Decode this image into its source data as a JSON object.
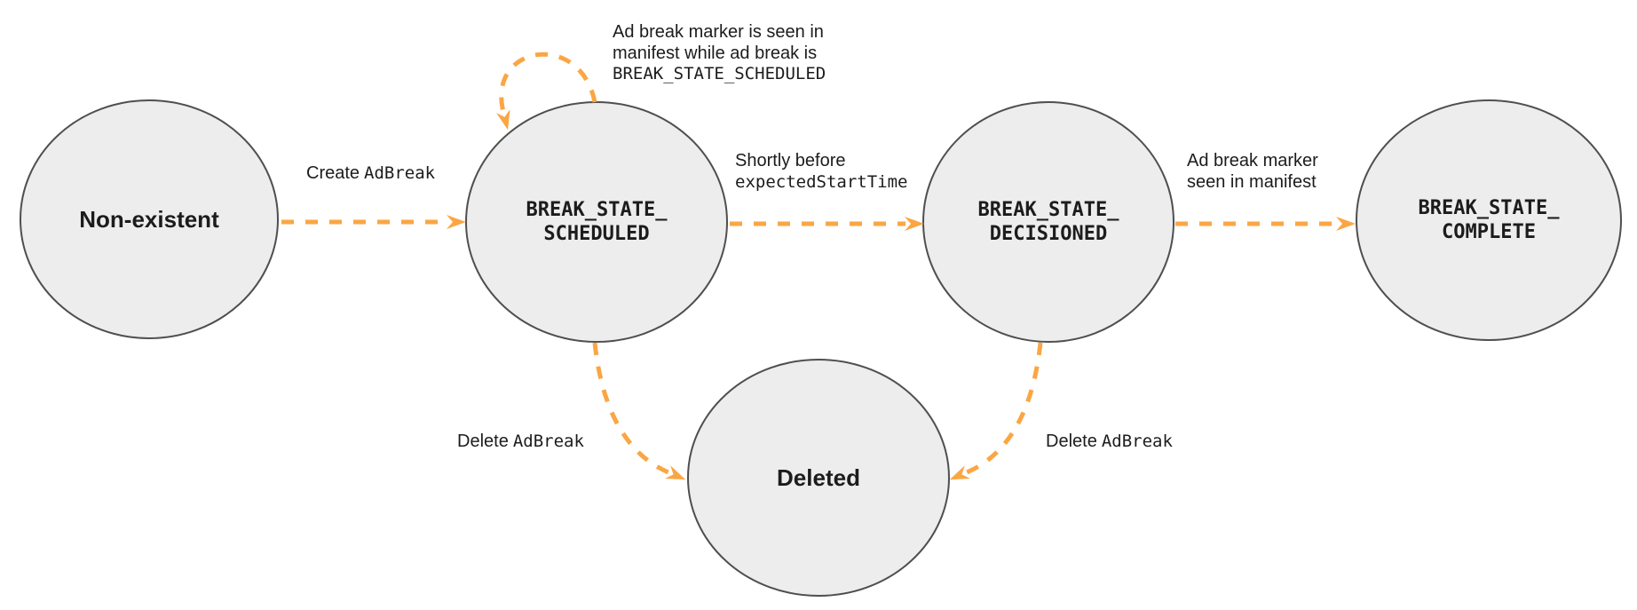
{
  "colors": {
    "arrow": "#FAA644",
    "node-fill": "#EDEDED",
    "node-border": "#4F4F4F",
    "text": "#1C1C1C"
  },
  "nodes": {
    "non_existent": {
      "label": "Non-existent"
    },
    "scheduled": {
      "line1": "BREAK_STATE_",
      "line2": "SCHEDULED"
    },
    "decisioned": {
      "line1": "BREAK_STATE_",
      "line2": "DECISIONED"
    },
    "complete": {
      "line1": "BREAK_STATE_",
      "line2": "COMPLETE"
    },
    "deleted": {
      "label": "Deleted"
    }
  },
  "edges": {
    "create": {
      "text": "Create",
      "code": "AdBreak"
    },
    "self_loop": {
      "line1": "Ad break marker is seen in",
      "line2": "manifest while ad break is",
      "code": "BREAK_STATE_SCHEDULED"
    },
    "decision": {
      "text": "Shortly before",
      "code": "expectedStartTime"
    },
    "complete": {
      "line1": "Ad break marker",
      "line2": "seen in manifest"
    },
    "delete_from_scheduled": {
      "text": "Delete",
      "code": "AdBreak"
    },
    "delete_from_decisioned": {
      "text": "Delete",
      "code": "AdBreak"
    }
  }
}
